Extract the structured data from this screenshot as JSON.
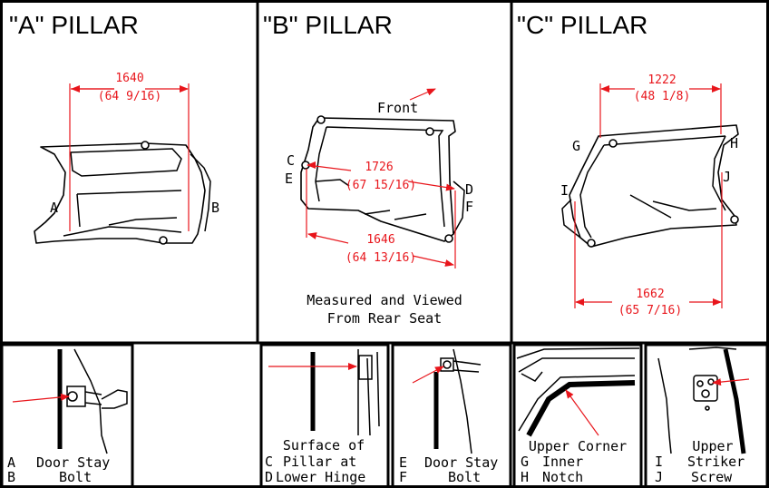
{
  "panels": {
    "a": {
      "title": "\"A\" PILLAR",
      "width_mm": "1640",
      "width_in": "(64 9/16)",
      "label_left": "A",
      "label_right": "B"
    },
    "b": {
      "title": "\"B\" PILLAR",
      "front": "Front",
      "upper_mm": "1726",
      "upper_in": "(67 15/16)",
      "lower_mm": "1646",
      "lower_in": "(64 13/16)",
      "label_c": "C",
      "label_e": "E",
      "label_d": "D",
      "label_f": "F",
      "note_line1": "Measured and Viewed",
      "note_line2": "From Rear Seat"
    },
    "c": {
      "title": "\"C\" PILLAR",
      "upper_mm": "1222",
      "upper_in": "(48 1/8)",
      "lower_mm": "1662",
      "lower_in": "(65 7/16)",
      "label_g": "G",
      "label_h": "H",
      "label_i": "I",
      "label_j": "J"
    }
  },
  "details": {
    "ab": {
      "l1": "A",
      "l1_text": "Door Stay",
      "l2": "B",
      "l2_text": "Bolt"
    },
    "cd": {
      "t1": "Surface of",
      "l1": "C",
      "l1_text": "Pillar at",
      "l2": "D",
      "l2_text": "Lower Hinge"
    },
    "ef": {
      "l1": "E",
      "l1_text": "Door Stay",
      "l2": "F",
      "l2_text": "Bolt"
    },
    "gh": {
      "t1": "Upper Corner",
      "l1": "G",
      "l1_text": "Inner",
      "l2": "H",
      "l2_text": "Notch"
    },
    "ij": {
      "t1": "Upper",
      "l1": "I",
      "l1_text": "Striker",
      "l2": "J",
      "l2_text": "Screw"
    }
  }
}
